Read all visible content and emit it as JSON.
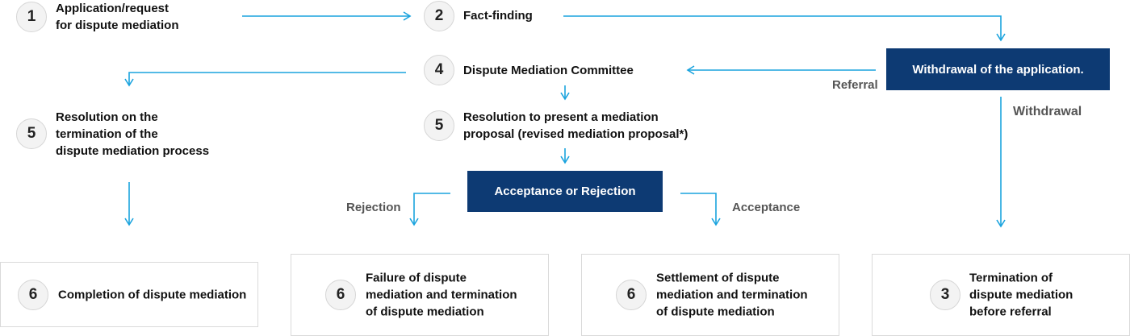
{
  "steps": {
    "s1": {
      "num": "1",
      "label": "Application/request\nfor dispute mediation"
    },
    "s2": {
      "num": "2",
      "label": "Fact-finding"
    },
    "s4": {
      "num": "4",
      "label": "Dispute Mediation Committee"
    },
    "s5a": {
      "num": "5",
      "label": "Resolution on the\ntermination of the\ndispute mediation process"
    },
    "s5b": {
      "num": "5",
      "label": "Resolution to present a mediation\nproposal (revised mediation proposal*)"
    }
  },
  "navy": {
    "withdrawal_app": "Withdrawal of the application.",
    "accept_reject": "Acceptance or Rejection"
  },
  "flow_labels": {
    "referral": "Referral",
    "withdrawal": "Withdrawal",
    "rejection": "Rejection",
    "acceptance": "Acceptance"
  },
  "outcomes": {
    "completion": {
      "num": "6",
      "label": "Completion of dispute mediation"
    },
    "failure": {
      "num": "6",
      "label": "Failure of dispute\nmediation and termination\nof dispute mediation"
    },
    "settlement": {
      "num": "6",
      "label": "Settlement of dispute\nmediation and termination\nof dispute mediation"
    },
    "termination": {
      "num": "3",
      "label": "Termination of\ndispute mediation\nbefore referral"
    }
  },
  "colors": {
    "arrow": "#1aa3de",
    "navy": "#0d3a73"
  }
}
